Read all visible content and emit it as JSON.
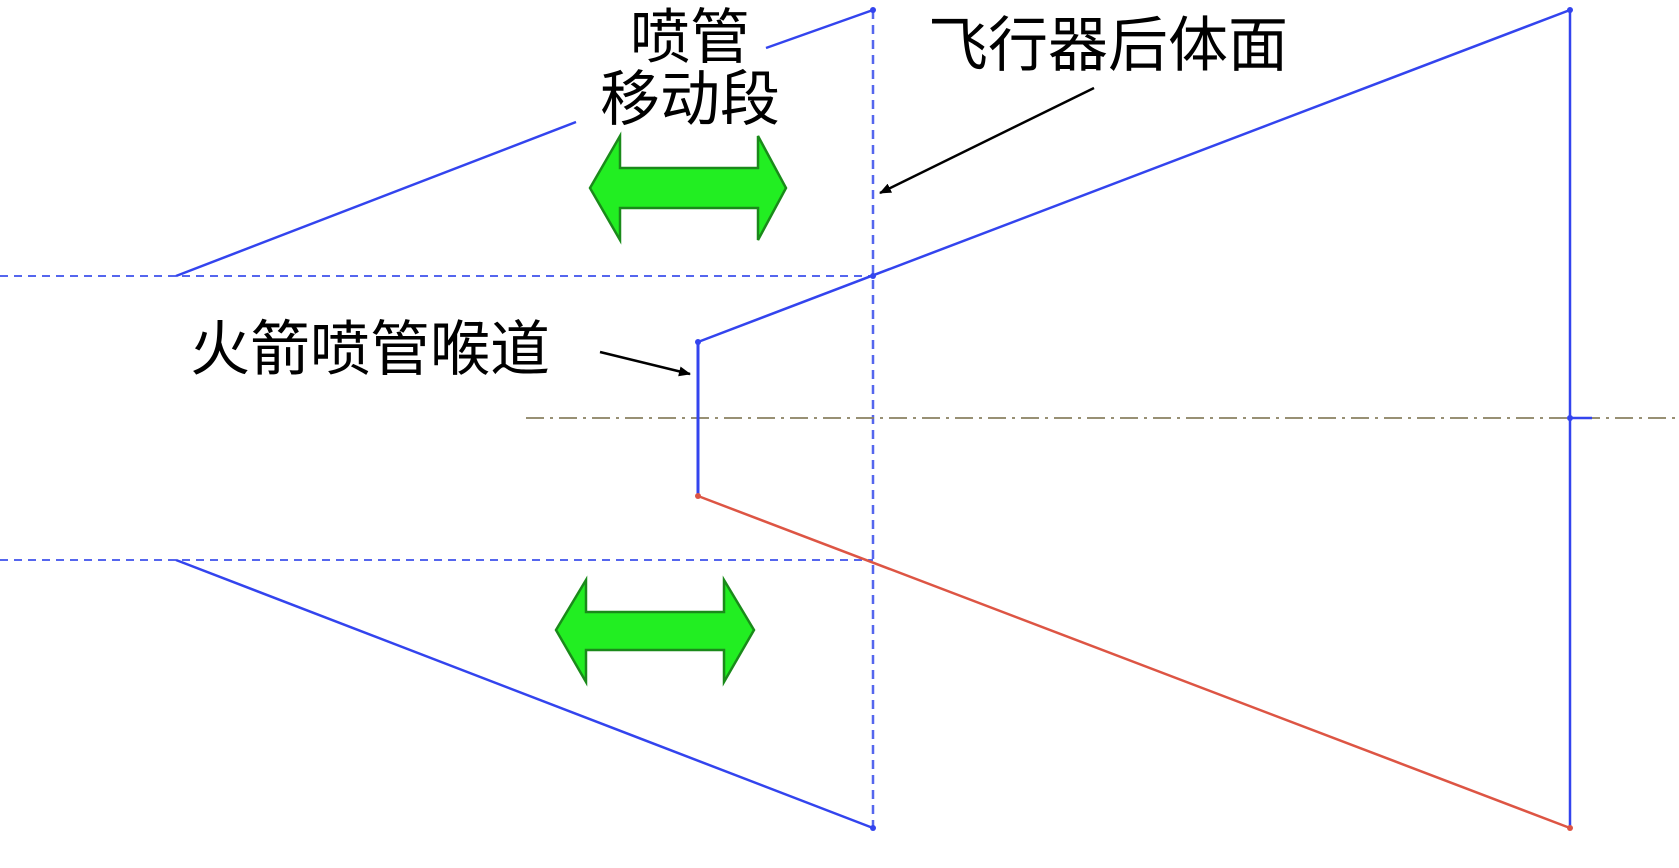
{
  "labels": {
    "nozzle_moving_line1": "喷管",
    "nozzle_moving_line2": "移动段",
    "aircraft_rear_face": "飞行器后体面",
    "rocket_nozzle_throat": "火箭喷管喉道"
  },
  "colors": {
    "contour": "#3344ee",
    "construction_dashed": "#5566ee",
    "lower_expansion": "#dd5544",
    "centerline": "#8a8060",
    "motion_arrow_fill": "#22ee22",
    "motion_arrow_stroke": "#1a8a1a",
    "annotation": "#000000"
  },
  "icons": {
    "motion_arrow": "double-headed-arrow",
    "pointer_arrow": "arrow-pointer"
  }
}
